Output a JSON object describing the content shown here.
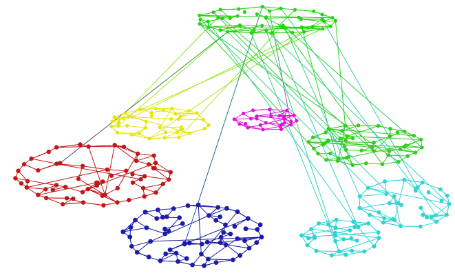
{
  "clusters": [
    {
      "name": "top",
      "color": "#22d40f"
    },
    {
      "name": "yellow",
      "color": "#e6e60c"
    },
    {
      "name": "magenta",
      "color": "#e012d8"
    },
    {
      "name": "red",
      "color": "#c0181a"
    },
    {
      "name": "green-right",
      "color": "#33cc22"
    },
    {
      "name": "blue",
      "color": "#1c1ca8"
    },
    {
      "name": "cyan-small",
      "color": "#2ad4d4"
    },
    {
      "name": "cyan-right",
      "color": "#35d3d3"
    }
  ],
  "bridge_colors": {
    "top-yellow": [
      "#5fe02a",
      "#d8ea1c"
    ],
    "top-red": [
      "#2bb23a",
      "#5a2a8a"
    ],
    "top-magenta": [
      "#2ad22a",
      "#c21ed6"
    ],
    "top-blue": [
      "#1aa84a",
      "#1c40b8"
    ],
    "top-green": [
      "#2ad82a",
      "#27c83f"
    ],
    "top-cyan": [
      "#3ccf6c",
      "#2cd4d4"
    ]
  }
}
